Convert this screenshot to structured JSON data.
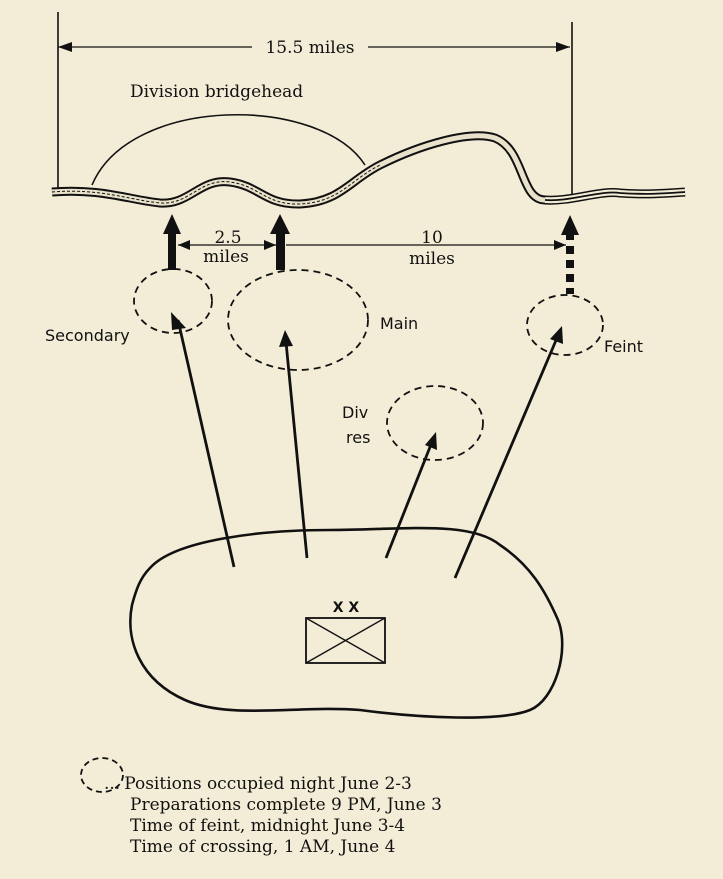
{
  "top_dimension": "15.5 miles",
  "bridgehead_label": "Division bridgehead",
  "gap_left": {
    "value": "2.5",
    "unit": "miles"
  },
  "gap_right": {
    "value": "10",
    "unit": "miles"
  },
  "labels": {
    "secondary": "Secondary",
    "main": "Main",
    "feint": "Feint",
    "div": "Div",
    "res": "res",
    "hq_symbol": "X X"
  },
  "legend": {
    "dots": "...",
    "lines": [
      "Positions occupied night June 2-3",
      "Preparations complete 9 PM, June 3",
      "Time of feint, midnight June 3-4",
      "Time of crossing, 1 AM, June 4"
    ]
  },
  "colors": {
    "paper": "#f3ecd6",
    "ink": "#111111"
  }
}
